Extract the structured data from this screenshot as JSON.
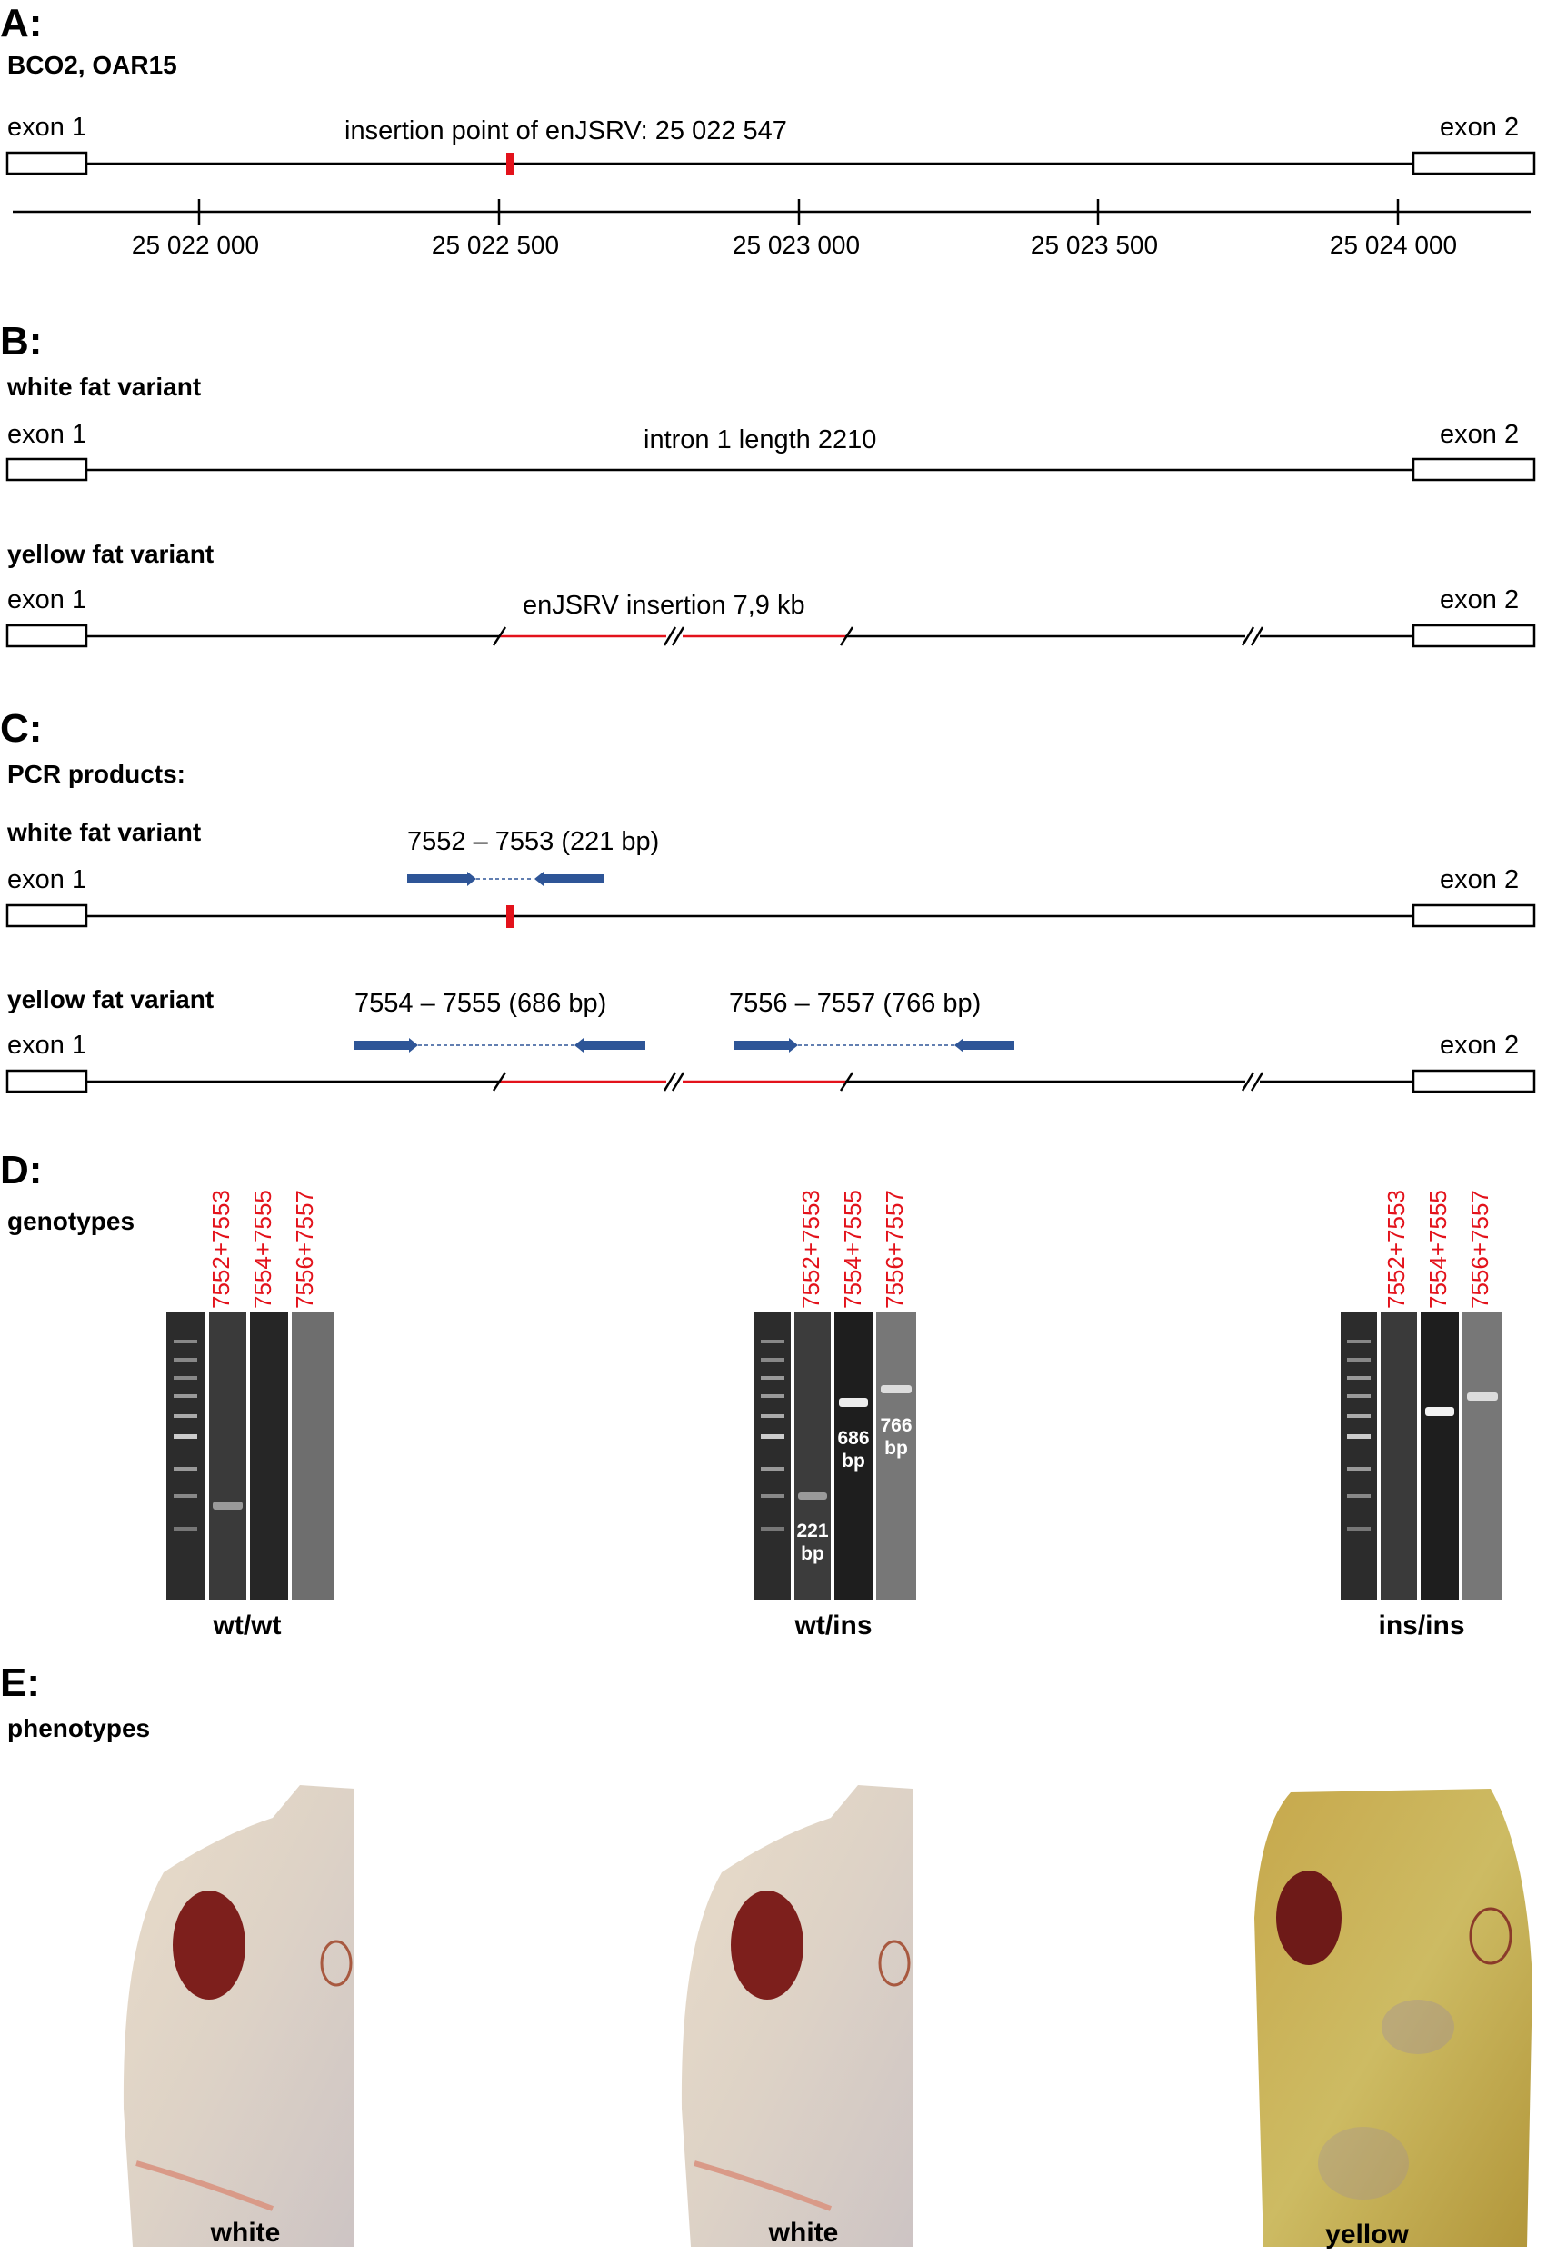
{
  "panel_a": {
    "letter": "A:",
    "title": "BCO2, OAR15",
    "exon1": "exon 1",
    "exon2": "exon 2",
    "insertion_label": "insertion point of enJSRV: 25 022 547",
    "ticks": [
      "25 022 000",
      "25 022 500",
      "25 023 000",
      "25 023 500",
      "25 024 000"
    ]
  },
  "panel_b": {
    "letter": "B:",
    "white_title": "white fat variant",
    "exon1": "exon 1",
    "exon2": "exon 2",
    "intron_label": "intron 1 length 2210",
    "yellow_title": "yellow fat variant",
    "insertion_label": "enJSRV insertion 7,9 kb"
  },
  "panel_c": {
    "letter": "C:",
    "title": "PCR products:",
    "white_title": "white fat variant",
    "exon1": "exon 1",
    "exon2": "exon 2",
    "product1": "7552 – 7553 (221 bp)",
    "yellow_title": "yellow fat variant",
    "product2": "7554 – 7555 (686 bp)",
    "product3": "7556 – 7557 (766 bp)"
  },
  "panel_d": {
    "letter": "D:",
    "title": "genotypes",
    "lanes": [
      "7552+7553",
      "7554+7555",
      "7556+7557"
    ],
    "genotypes": [
      "wt/wt",
      "wt/ins",
      "ins/ins"
    ],
    "band_labels": {
      "b221": [
        "221",
        "bp"
      ],
      "b686": [
        "686",
        "bp"
      ],
      "b766": [
        "766",
        "bp"
      ]
    }
  },
  "panel_e": {
    "letter": "E:",
    "title": "phenotypes",
    "phenotypes": [
      "white",
      "white",
      "yellow"
    ]
  },
  "colors": {
    "insertion_red": "#e3121b",
    "primer_blue": "#2e5597",
    "gel_bg": "#2c2c2c"
  }
}
